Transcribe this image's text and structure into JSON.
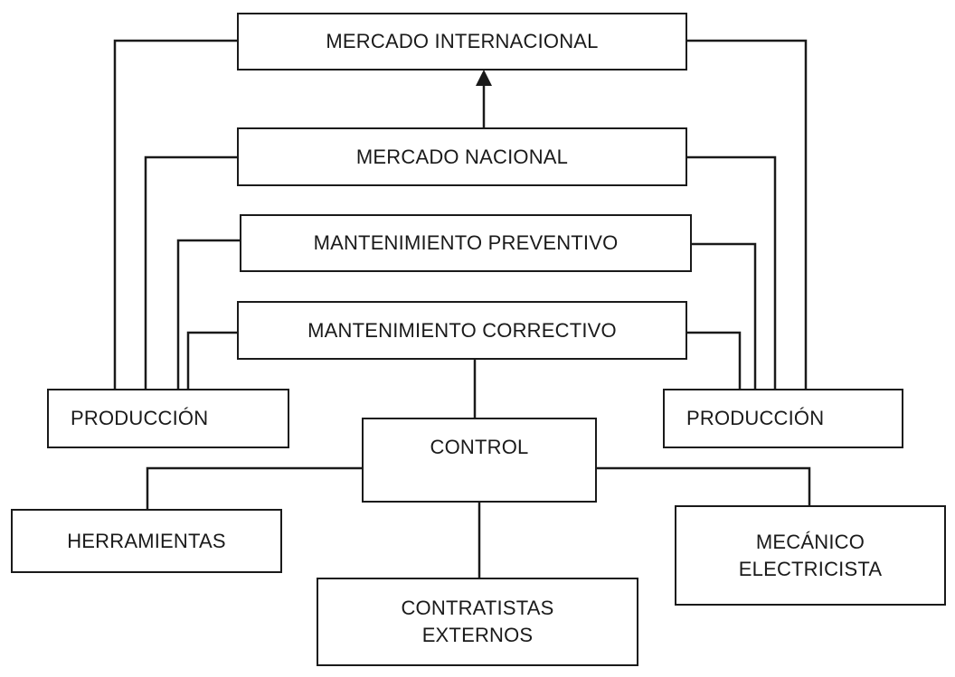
{
  "nodes": {
    "mercado_internacional": "MERCADO INTERNACIONAL",
    "mercado_nacional": "MERCADO NACIONAL",
    "mantenimiento_preventivo": "MANTENIMIENTO PREVENTIVO",
    "mantenimiento_correctivo": "MANTENIMIENTO CORRECTIVO",
    "produccion_left": "PRODUCCIÓN",
    "produccion_right": "PRODUCCIÓN",
    "control": "CONTROL",
    "herramientas": "HERRAMIENTAS",
    "mecanico": [
      "MECÁNICO",
      "ELECTRICISTA"
    ],
    "contratistas": [
      "CONTRATISTAS",
      "EXTERNOS"
    ]
  },
  "colors": {
    "line": "#1a1a1a",
    "background": "#ffffff"
  }
}
